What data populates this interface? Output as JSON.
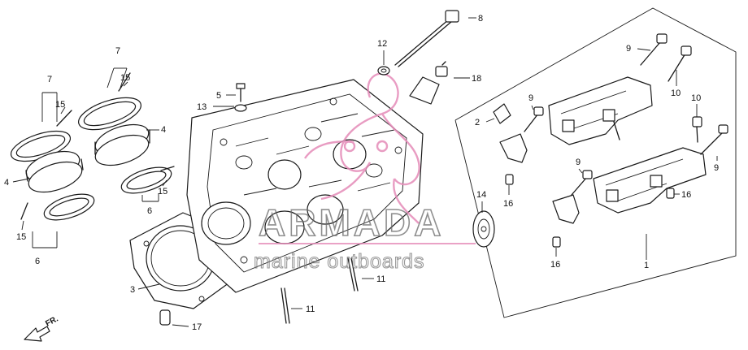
{
  "watermark": {
    "brand": "ARMADA",
    "tagline": "marine outboards",
    "accent_color": "#e58bb8"
  },
  "direction_marker": "FR.",
  "callouts": [
    {
      "id": "c1",
      "label": "1"
    },
    {
      "id": "c2",
      "label": "2"
    },
    {
      "id": "c3",
      "label": "3"
    },
    {
      "id": "c4a",
      "label": "4"
    },
    {
      "id": "c4b",
      "label": "4"
    },
    {
      "id": "c5",
      "label": "5"
    },
    {
      "id": "c6a",
      "label": "6"
    },
    {
      "id": "c6b",
      "label": "6"
    },
    {
      "id": "c7a",
      "label": "7"
    },
    {
      "id": "c7b",
      "label": "7"
    },
    {
      "id": "c8",
      "label": "8"
    },
    {
      "id": "c9a",
      "label": "9"
    },
    {
      "id": "c9b",
      "label": "9"
    },
    {
      "id": "c9c",
      "label": "9"
    },
    {
      "id": "c9d",
      "label": "9"
    },
    {
      "id": "c10a",
      "label": "10"
    },
    {
      "id": "c10b",
      "label": "10"
    },
    {
      "id": "c11a",
      "label": "11"
    },
    {
      "id": "c11b",
      "label": "11"
    },
    {
      "id": "c12",
      "label": "12"
    },
    {
      "id": "c13",
      "label": "13"
    },
    {
      "id": "c14",
      "label": "14"
    },
    {
      "id": "c15a",
      "label": "15"
    },
    {
      "id": "c15b",
      "label": "15"
    },
    {
      "id": "c15c",
      "label": "15"
    },
    {
      "id": "c15d",
      "label": "15"
    },
    {
      "id": "c16a",
      "label": "16"
    },
    {
      "id": "c16b",
      "label": "16"
    },
    {
      "id": "c16c",
      "label": "16"
    },
    {
      "id": "c17",
      "label": "17"
    },
    {
      "id": "c18",
      "label": "18"
    }
  ]
}
